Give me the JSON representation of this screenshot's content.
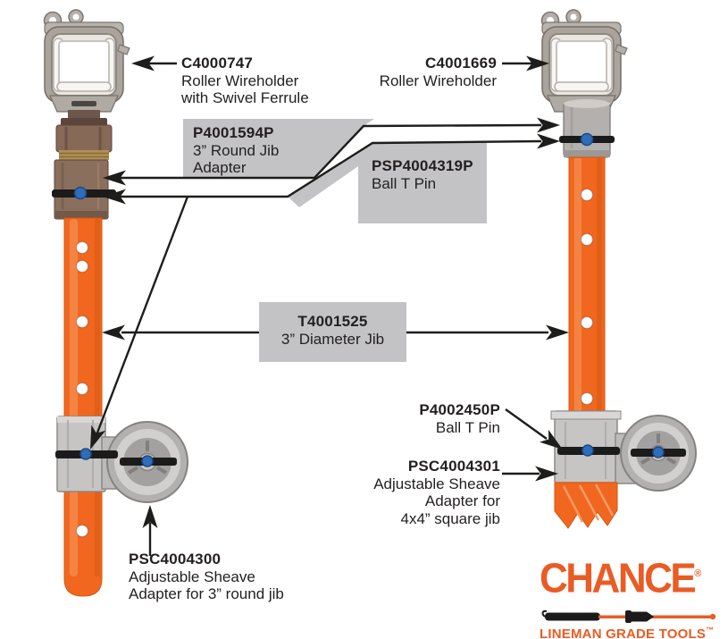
{
  "callouts": {
    "roller_wireholder_swivel": {
      "part": "C4000747",
      "desc": [
        "Roller Wireholder",
        "with Swivel Ferrule"
      ]
    },
    "roller_wireholder": {
      "part": "C4001669",
      "desc": [
        "Roller Wireholder"
      ]
    },
    "round_jib_adapter": {
      "part": "P4001594P",
      "desc": [
        "3” Round Jib",
        "Adapter"
      ]
    },
    "ball_t_pin_top": {
      "part": "PSP4004319P",
      "desc": [
        "Ball T Pin"
      ]
    },
    "diameter_jib": {
      "part": "T4001525",
      "desc": [
        "3” Diameter Jib"
      ]
    },
    "ball_t_pin_bottom": {
      "part": "P4002450P",
      "desc": [
        "Ball T Pin"
      ]
    },
    "sheave_adapter_square": {
      "part": "PSC4004301",
      "desc": [
        "Adjustable Sheave",
        "Adapter for",
        "4x4” square jib"
      ]
    },
    "sheave_adapter_round": {
      "part": "PSC4004300",
      "desc": [
        "Adjustable Sheave",
        "Adapter for 3” round jib"
      ]
    }
  },
  "brand": {
    "name": "CHANCE",
    "registered_mark": "®",
    "tagline": "LINEMAN GRADE TOOLS",
    "trademark": "™"
  },
  "colors": {
    "jib_orange": "#F1671F",
    "brand_orange": "#E95C24",
    "callout_gray": "#C3C3C5",
    "line_black": "#1D1D1B",
    "pin_blue": "#2F6DB8"
  }
}
